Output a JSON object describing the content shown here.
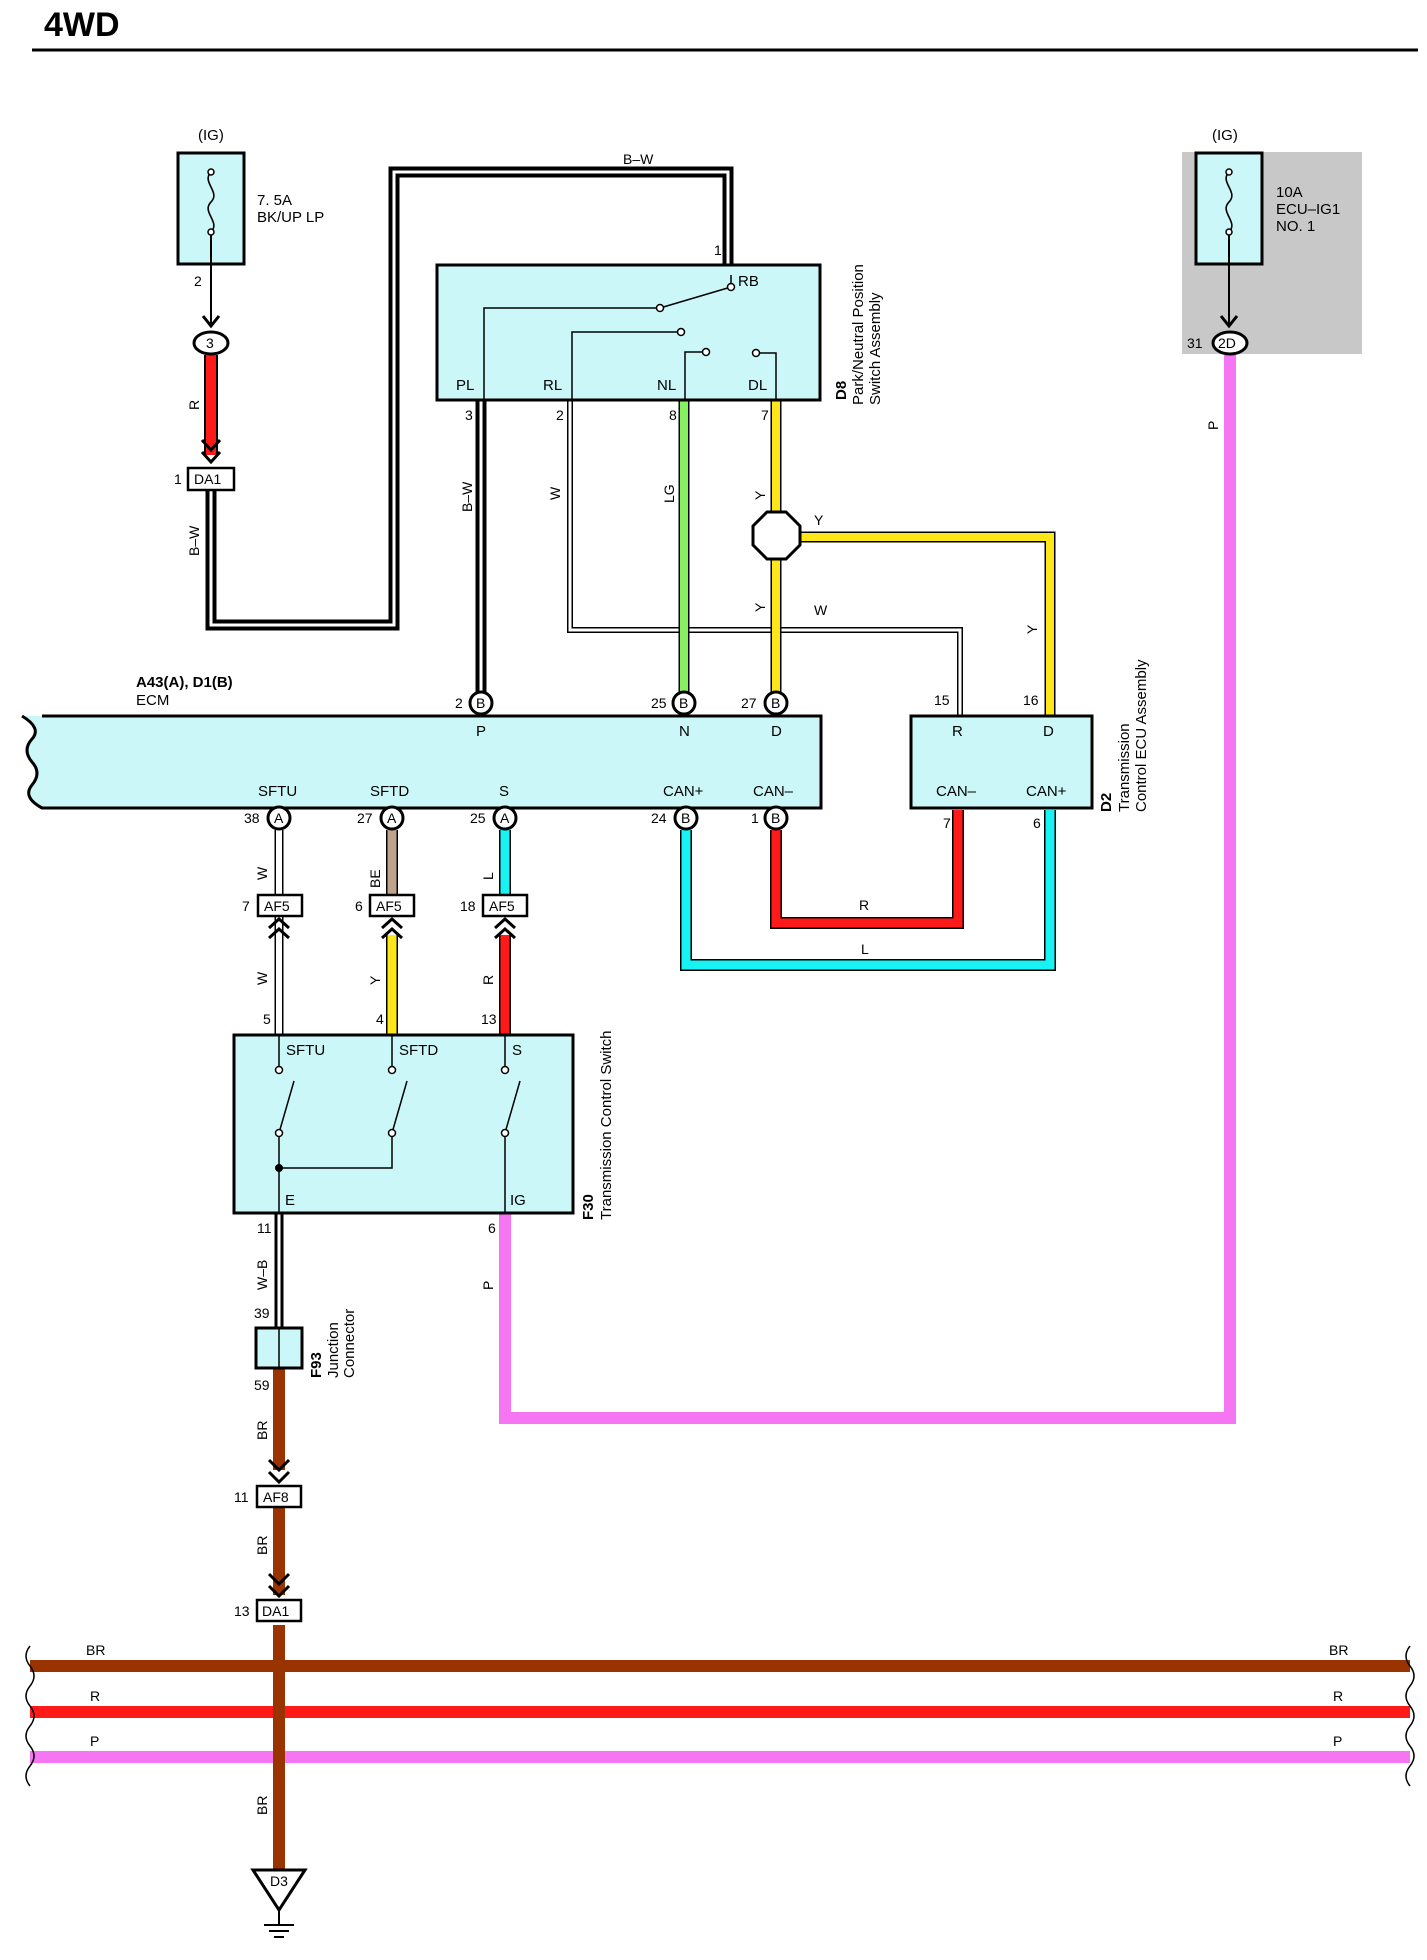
{
  "page": {
    "title": "4WD"
  },
  "colors": {
    "component_fill": "#ccf7f9",
    "shaded_fill": "#c8c8c8",
    "wire_R": "#ff1a1a",
    "wire_Y": "#ffe619",
    "wire_LG": "#85f060",
    "wire_L": "#18f2f2",
    "wire_P": "#f575f2",
    "wire_BR": "#993300",
    "wire_BE": "#bfa38c",
    "wire_B": "#000000",
    "wire_W": "#ffffff"
  },
  "fuse_left": {
    "source": "(IG)",
    "rating": "7. 5A",
    "name": "BK/UP LP",
    "pin": "2",
    "connector": "3"
  },
  "fuse_right": {
    "source": "(IG)",
    "rating": "10A",
    "name_1": "ECU–IG1",
    "name_2": "NO. 1",
    "pin": "31",
    "connector": "2D"
  },
  "d8": {
    "code": "D8",
    "name_1": "Park/Neutral Position",
    "name_2": "Switch Assembly",
    "terminals": {
      "rb": "RB",
      "pl": "PL",
      "rl": "RL",
      "nl": "NL",
      "dl": "DL"
    },
    "pins": {
      "rb": "1",
      "pl": "3",
      "rl": "2",
      "nl": "8",
      "dl": "7"
    }
  },
  "ecm": {
    "code": "A43(A), D1(B)",
    "name": "ECM",
    "top_terminals": {
      "p": "P",
      "n": "N",
      "d": "D"
    },
    "top_pins": {
      "p": "2",
      "n": "25",
      "d": "27"
    },
    "bottom_terminals": {
      "sftu": "SFTU",
      "sftd": "SFTD",
      "s": "S",
      "canp": "CAN+",
      "canm": "CAN–"
    },
    "bottom_pins": {
      "sftu": "38",
      "sftd": "27",
      "s": "25",
      "canp": "24",
      "canm": "1"
    },
    "conn_a": "A",
    "conn_b": "B"
  },
  "d2": {
    "code": "D2",
    "name_1": "Transmission",
    "name_2": "Control ECU Assembly",
    "terminals": {
      "r": "R",
      "d": "D",
      "canm": "CAN–",
      "canp": "CAN+"
    },
    "pins": {
      "r": "15",
      "d": "16",
      "canm": "7",
      "canp": "6"
    }
  },
  "f30": {
    "code": "F30",
    "name": "Transmission Control Switch",
    "terminals": {
      "sftu": "SFTU",
      "sftd": "SFTD",
      "s": "S",
      "e": "E",
      "ig": "IG"
    },
    "pins": {
      "sftu": "5",
      "sftd": "4",
      "s": "13",
      "e": "11",
      "ig": "6"
    }
  },
  "f93": {
    "code": "F93",
    "name_1": "Junction",
    "name_2": "Connector",
    "pin_top": "39",
    "pin_bottom": "59"
  },
  "connectors": {
    "da1_top": {
      "name": "DA1",
      "pin": "1"
    },
    "af5_1": {
      "name": "AF5",
      "pin": "7"
    },
    "af5_2": {
      "name": "AF5",
      "pin": "6"
    },
    "af5_3": {
      "name": "AF5",
      "pin": "18"
    },
    "af8": {
      "name": "AF8",
      "pin": "11"
    },
    "da1_bottom": {
      "name": "DA1",
      "pin": "13"
    }
  },
  "ground": {
    "name": "D3"
  },
  "wire_labels": {
    "r": "R",
    "bw": "B–W",
    "w": "W",
    "lg": "LG",
    "y": "Y",
    "p": "P",
    "be": "BE",
    "l": "L",
    "wb": "W–B",
    "br": "BR"
  }
}
